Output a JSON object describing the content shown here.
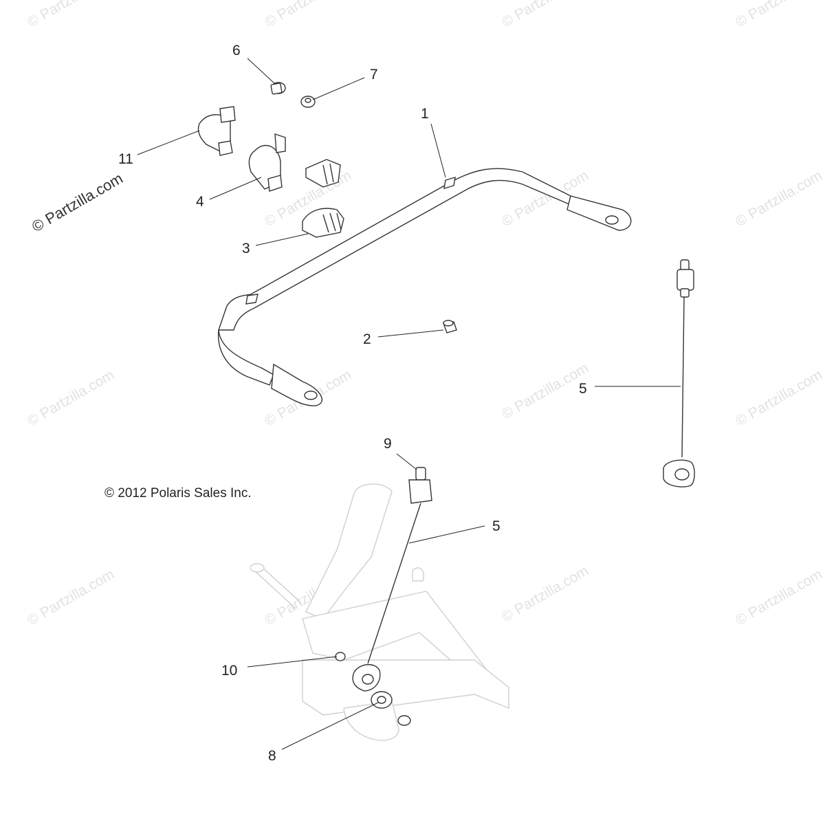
{
  "copyright": "© 2012 Polaris Sales Inc.",
  "watermark_text": "© Partzilla.com",
  "callouts": [
    "1",
    "2",
    "3",
    "4",
    "5",
    "5",
    "6",
    "7",
    "8",
    "9",
    "10",
    "11"
  ]
}
